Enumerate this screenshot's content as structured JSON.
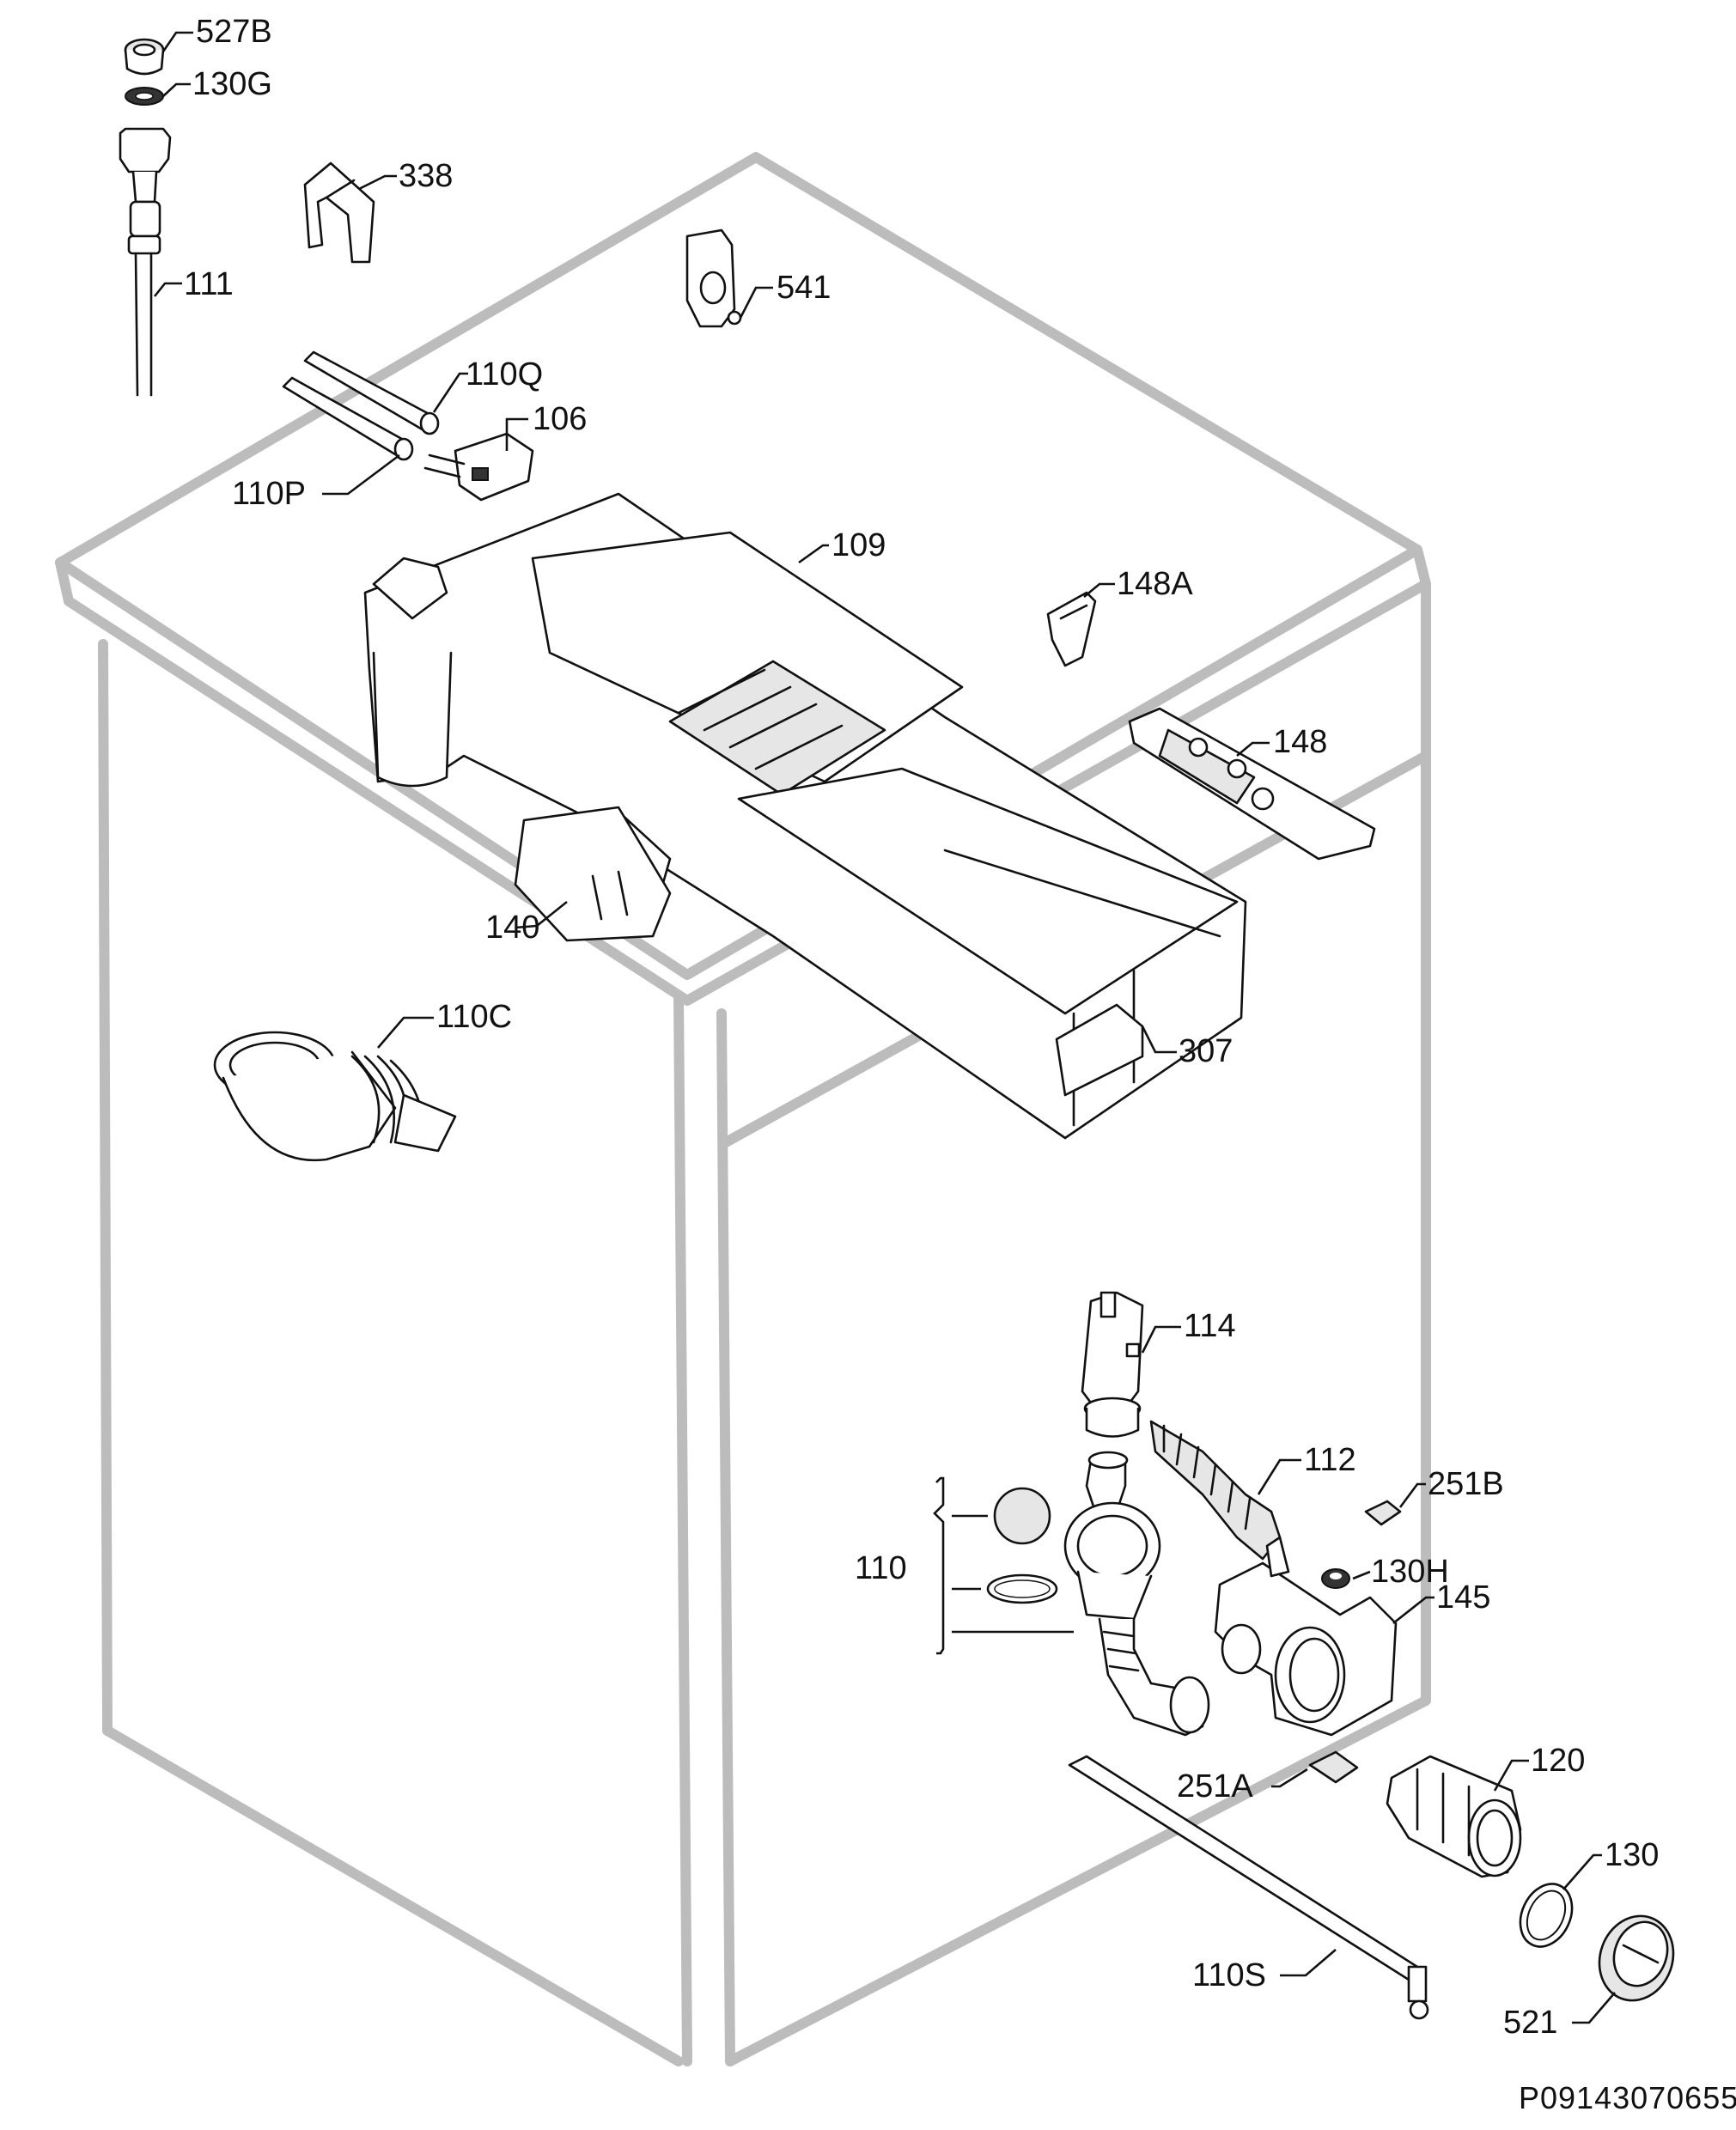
{
  "labels": {
    "l527B": "527B",
    "l130G": "130G",
    "l338": "338",
    "l111": "111",
    "l541": "541",
    "l110Q": "110Q",
    "l106": "106",
    "l110P": "110P",
    "l109": "109",
    "l148A": "148A",
    "l148": "148",
    "l140": "140",
    "l307": "307",
    "l110C": "110C",
    "l114": "114",
    "l112": "112",
    "l251B": "251B",
    "l110": "110",
    "l130H": "130H",
    "l145": "145",
    "l251A": "251A",
    "l120": "120",
    "l130": "130",
    "l110S": "110S",
    "l521": "521"
  },
  "reference_code": "P09143070655"
}
